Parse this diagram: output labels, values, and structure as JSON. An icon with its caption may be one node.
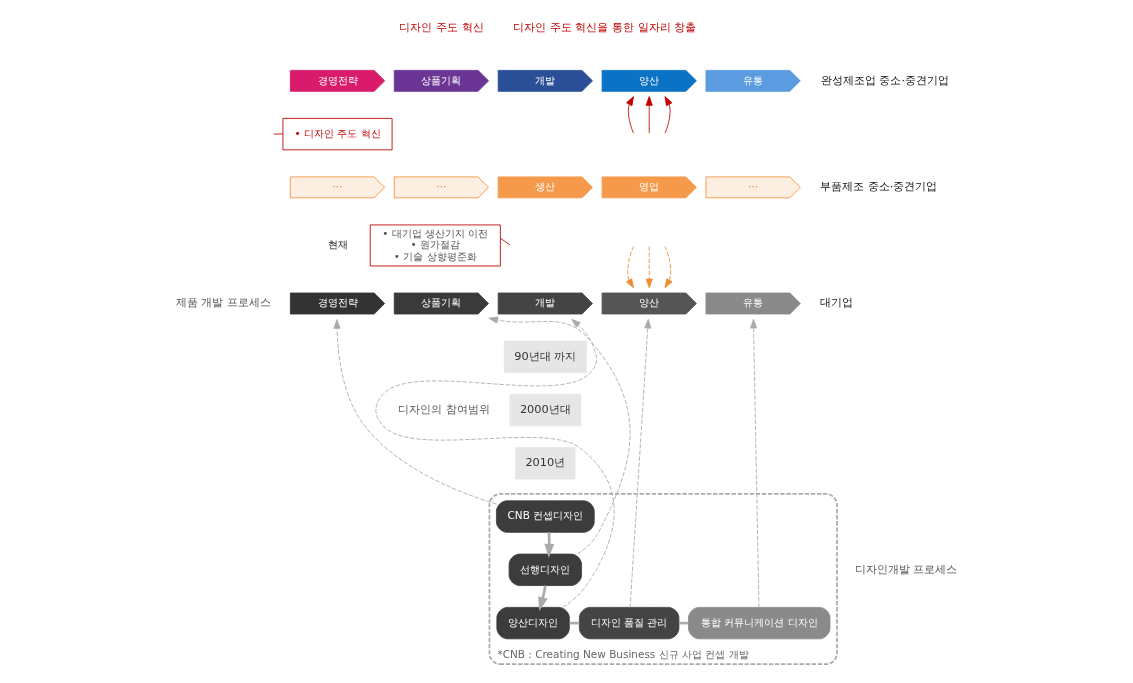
{
  "diagram": {
    "nodes": [
      {
        "text": [
          "경영전략"
        ]
      },
      {
        "text": [
          "상품기획"
        ]
      },
      {
        "text": [
          "개발"
        ]
      },
      {
        "text": [
          "양산"
        ]
      },
      {
        "text": [
          "유통"
        ]
      },
      {
        "text": [
          "• 디자인 주도 혁신"
        ]
      },
      {
        "text": [
          "···"
        ]
      },
      {
        "text": [
          "···"
        ]
      },
      {
        "text": [
          "생산"
        ]
      },
      {
        "text": [
          "영업"
        ]
      },
      {
        "text": [
          "···"
        ]
      },
      {
        "text": [
          "현재"
        ]
      },
      {
        "text": [
          "• 대기업 생산기지 이전",
          "• 원가절감",
          "• 기술 상향평준화"
        ]
      },
      {
        "text": [
          "경영전략"
        ]
      },
      {
        "text": [
          "상품기획"
        ]
      },
      {
        "text": [
          "개발"
        ]
      },
      {
        "text": [
          "양산"
        ]
      },
      {
        "text": [
          "유통"
        ]
      },
      {
        "text": [
          "*CNB : Creating New Business 신규 사업 컨셉 개발"
        ]
      },
      {
        "text": [
          "CNB 컨셉디자인"
        ],
        "in": 18
      },
      {
        "text": [
          "선행디자인"
        ],
        "in": 18
      },
      {
        "text": [
          "양산디자인"
        ],
        "in": 18
      },
      {
        "text": [
          "디자인 품질 관리"
        ],
        "in": 18
      },
      {
        "text": [
          "통합 커뮤니케이션 디자인"
        ],
        "in": 18
      }
    ],
    "edges": [
      {
        "from": null,
        "to": 3,
        "arrow": "to",
        "color": "#c00000"
      },
      {
        "from": null,
        "to": 3,
        "arrow": "to",
        "color": "#c00000"
      },
      {
        "from": null,
        "to": 3,
        "arrow": "to",
        "color": "#c00000"
      },
      {
        "from": 5,
        "to": null,
        "arrow": "none",
        "color": "#c00000"
      },
      {
        "from": null,
        "to": 16,
        "arrow": "to",
        "style": "dashed",
        "color": "#f08c30"
      },
      {
        "from": null,
        "to": 16,
        "arrow": "to",
        "style": "dashed",
        "color": "#f08c30"
      },
      {
        "from": null,
        "to": 16,
        "arrow": "to",
        "style": "dashed",
        "color": "#f08c30"
      },
      {
        "from": 12,
        "to": null,
        "arrow": "none",
        "color": "#c00000"
      },
      {
        "from": 19,
        "to": 13,
        "arrow": "to",
        "style": "dashed"
      },
      {
        "from": 20,
        "to": 14,
        "arrow": "to",
        "style": "dashed"
      },
      {
        "from": 21,
        "to": 15,
        "arrow": "to",
        "style": "dashed"
      },
      {
        "from": 22,
        "to": 16,
        "arrow": "to",
        "style": "dashed"
      },
      {
        "from": 23,
        "to": 17,
        "arrow": "to",
        "style": "dashed"
      },
      {
        "from": 19,
        "to": 20,
        "arrow": "to",
        "style": "thick"
      },
      {
        "from": 20,
        "to": 21,
        "arrow": "to",
        "style": "thick"
      },
      {
        "from": 21,
        "to": 22,
        "arrow": "none",
        "style": "thick"
      },
      {
        "from": 22,
        "to": 23,
        "arrow": "none",
        "style": "thick"
      }
    ],
    "labels": [
      "디자인 주도 혁신",
      "디자인 주도 혁신을 통한 일자리 창출",
      "완성제조업 중소·중견기업",
      "부품제조 중소·중견기업",
      "제품 개발 프로세스",
      "대기업",
      "90년대 까지",
      "디자인의 참여범위",
      "2000년대",
      "2010년",
      "디자인개발 프로세스"
    ]
  }
}
